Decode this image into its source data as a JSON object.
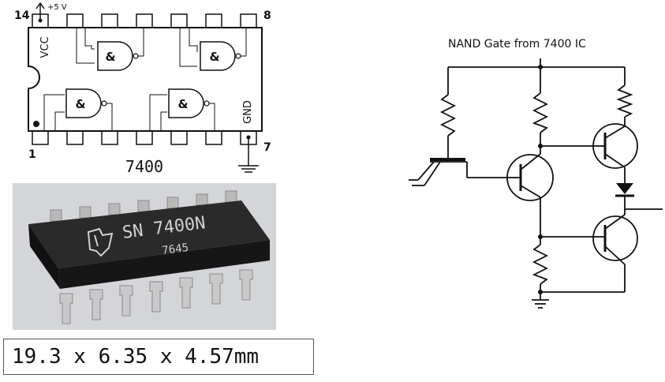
{
  "pinout": {
    "pin_14_label": "14",
    "supply_label": "+5 V",
    "pin_8_label": "8",
    "pin_1_label": "1",
    "pin_7_label": "7",
    "vcc_label": "VCC",
    "gnd_label": "GND",
    "chip_label": "7400",
    "gate_symbol": "&"
  },
  "photo": {
    "part_marking": "SN 7400N",
    "date_code": "7645"
  },
  "dimensions": "19.3 x 6.35 x 4.57mm",
  "schematic": {
    "title": "NAND Gate from 7400 IC"
  },
  "colors": {
    "ink": "#111111",
    "chip_body": "#1e1e1e",
    "leads": "#c9c9c9",
    "photo_bg": "#d4d5d9",
    "marking": "#d0d0d0"
  }
}
